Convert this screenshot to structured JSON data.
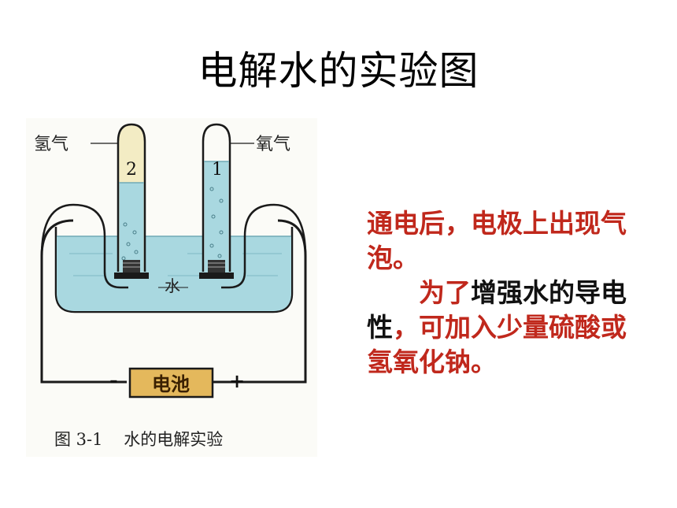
{
  "title": "电解水的实验图",
  "diagram": {
    "label_hydrogen": "氢气",
    "label_oxygen": "氧气",
    "tube_left_number": "2",
    "tube_right_number": "1",
    "label_water": "水",
    "battery_label": "电池",
    "minus_sign": "-",
    "plus_sign": "+",
    "caption": "图 3-1    水的电解实验",
    "colors": {
      "water": "#a9d8e0",
      "gas_left": "#f3ecc4",
      "battery": "#e4b85c",
      "frame": "#1a1a1a"
    }
  },
  "text": {
    "para1": "通电后，电极上出现气泡。",
    "para2_red": "为了",
    "para2_black": "增强水的导电性",
    "para2_red2": "，可加入少量硫酸或氢氧化钠。"
  }
}
